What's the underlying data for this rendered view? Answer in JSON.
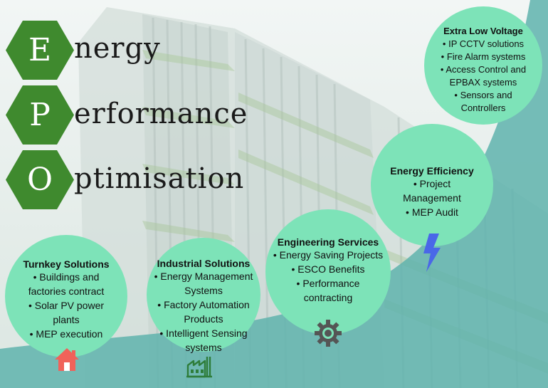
{
  "heading": {
    "letters": [
      "E",
      "P",
      "O"
    ],
    "rest": [
      "nergy",
      "erformance",
      "ptimisation"
    ]
  },
  "colors": {
    "hexagon": "#3f8a2e",
    "circle": "#7de3b8",
    "arc": "#5fb3ad",
    "home_icon": "#f0625a",
    "gear_icon": "#555555",
    "bolt_icon": "#4a67e8",
    "factory_icon": "#2e7d3a"
  },
  "circles": {
    "turnkey": {
      "title": "Turnkey Solutions",
      "items": [
        "• Buildings and",
        "factories contract",
        "• Solar PV power",
        "plants",
        "• MEP execution"
      ],
      "icon": "home-icon"
    },
    "industrial": {
      "title": "Industrial Solutions",
      "items": [
        "• Energy Management",
        "Systems",
        "• Factory Automation",
        "Products",
        "• Intelligent Sensing",
        "systems"
      ],
      "icon": "factory-icon"
    },
    "engineering": {
      "title": "Engineering Services",
      "items": [
        "• Energy Saving Projects",
        "• ESCO Benefits",
        "• Performance",
        "contracting"
      ],
      "icon": "gear-icon"
    },
    "efficiency": {
      "title": "Energy Efficiency",
      "items": [
        "• Project",
        "Management",
        "• MEP Audit"
      ],
      "icon": "lightning-bolt-icon"
    },
    "elv": {
      "title": "Extra Low Voltage",
      "items": [
        "• IP CCTV solutions",
        "• Fire Alarm systems",
        "• Access Control and",
        "EPBAX systems",
        "• Sensors and",
        "Controllers"
      ]
    }
  }
}
